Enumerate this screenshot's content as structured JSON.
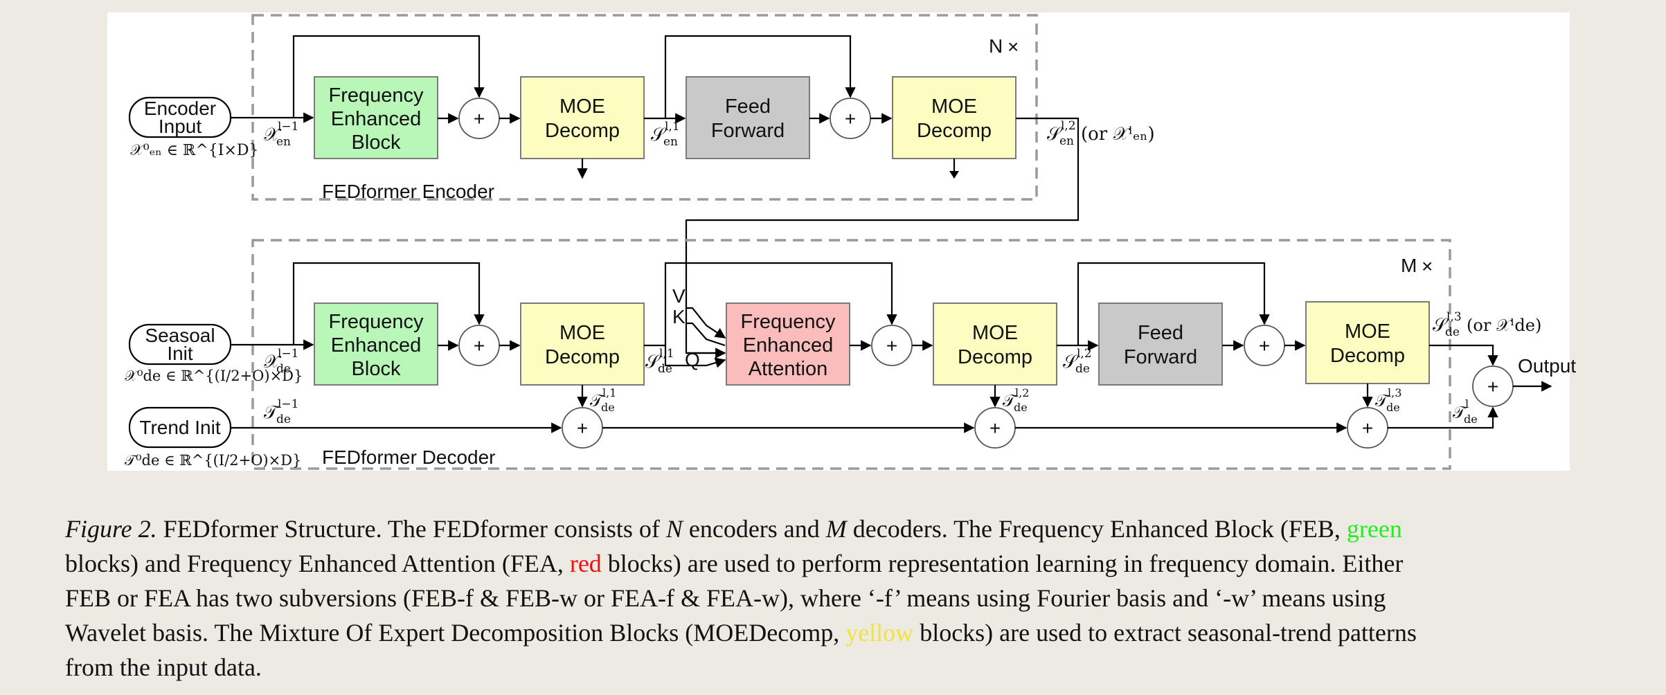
{
  "encoder": {
    "repeat": "N",
    "title": "FEDformer Encoder",
    "input_label_1": "Encoder",
    "input_label_2": "Input",
    "input_math": "𝒳⁰ₑₙ ∈ ℝ^{I×D}",
    "x_var": "𝒳",
    "x_sub": "en",
    "x_sup": "l−1",
    "s1_var": "𝒮",
    "s1_sub": "en",
    "s1_sup": "l,1",
    "out_var": "𝒮",
    "out_sub": "en",
    "out_sup": "l,2",
    "out_alt": "(or 𝒳ˡₑₙ)"
  },
  "decoder": {
    "repeat": "M",
    "title": "FEDformer Decoder",
    "seasonal_label_1": "Seasoal",
    "seasonal_label_2": "Init",
    "seasonal_math": "𝒳⁰de ∈ ℝ^{(I/2+O)×D}",
    "trend_label": "Trend Init",
    "trend_math": "𝒯⁰de ∈ ℝ^{(I/2+O)×D}",
    "x_sub": "de",
    "x_sup": "l−1",
    "t_sup": "l−1",
    "s1_sup": "l,1",
    "s2_sup": "l,2",
    "s3_sup": "l,3",
    "t1_sup": "l,1",
    "t2_sup": "l,2",
    "t3_sup": "l,3",
    "tl_sup": "l",
    "out_alt": "(or 𝒳ˡde)",
    "output_label": "Output",
    "v": "V",
    "k": "K",
    "q": "Q"
  },
  "blocks": {
    "feb_1": "Frequency",
    "feb_2": "Enhanced",
    "feb_3": "Block",
    "moe_1": "MOE",
    "moe_2": "Decomp",
    "ff_1": "Feed",
    "ff_2": "Forward",
    "fea_1": "Frequency",
    "fea_2": "Enhanced",
    "fea_3": "Attention",
    "plus": "+",
    "times": "×"
  },
  "caption": {
    "fig_label": "Figure 2.",
    "line1_a": " FEDformer Structure. The FEDformer consists of ",
    "N": "N",
    "line1_b": " encoders and ",
    "M": "M",
    "line1_c": " decoders. The Frequency Enhanced Block (FEB, ",
    "green_word": "green",
    "line2_a": "blocks) and Frequency Enhanced Attention (FEA, ",
    "red_word": "red",
    "line2_b": " blocks) are used to perform representation learning in frequency domain. Either",
    "line3": "FEB or FEA has two subversions (FEB-f & FEB-w or FEA-f & FEA-w), where ‘-f’ means using Fourier basis and ‘-w’ means using",
    "line4_a": "Wavelet basis. The Mixture Of Expert Decomposition Blocks (MOEDecomp, ",
    "yellow_word": "yellow",
    "line4_b": " blocks) are used to extract seasonal-trend patterns",
    "line5": "from the input data."
  },
  "colors": {
    "feb": "#b8f7b8",
    "moe": "#fdfdc2",
    "ff": "#c9c9c9",
    "fea": "#fbbcbc",
    "green_word": "#22ee22",
    "red_word": "#ee1111",
    "yellow_word": "#f2e23a"
  }
}
